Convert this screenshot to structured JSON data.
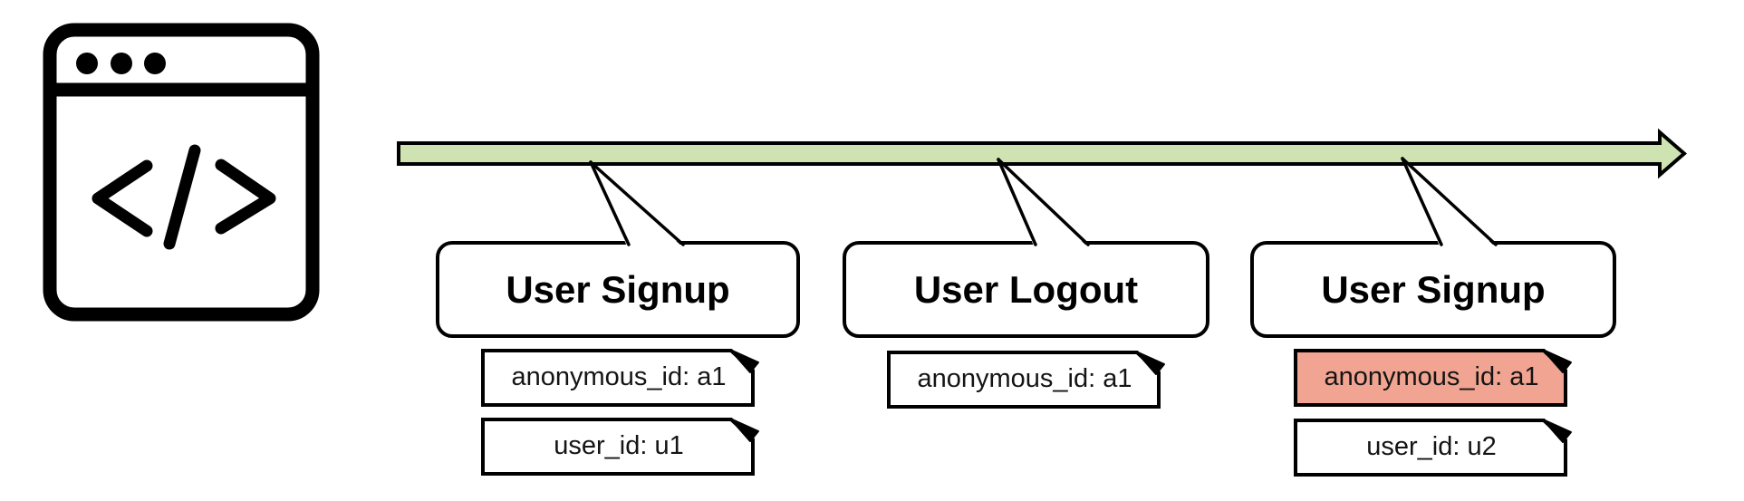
{
  "diagram": {
    "colors": {
      "timeline_fill": "#cfe3b2",
      "highlight_fill": "#f1a492",
      "stroke": "#000000"
    },
    "icons": {
      "source": "code-browser-window-icon"
    },
    "events": [
      {
        "title": "User Signup",
        "tags": [
          {
            "label": "anonymous_id: a1",
            "highlight": false
          },
          {
            "label": "user_id: u1",
            "highlight": false
          }
        ]
      },
      {
        "title": "User Logout",
        "tags": [
          {
            "label": "anonymous_id: a1",
            "highlight": false
          }
        ]
      },
      {
        "title": "User Signup",
        "tags": [
          {
            "label": "anonymous_id: a1",
            "highlight": true
          },
          {
            "label": "user_id: u2",
            "highlight": false
          }
        ]
      }
    ]
  }
}
